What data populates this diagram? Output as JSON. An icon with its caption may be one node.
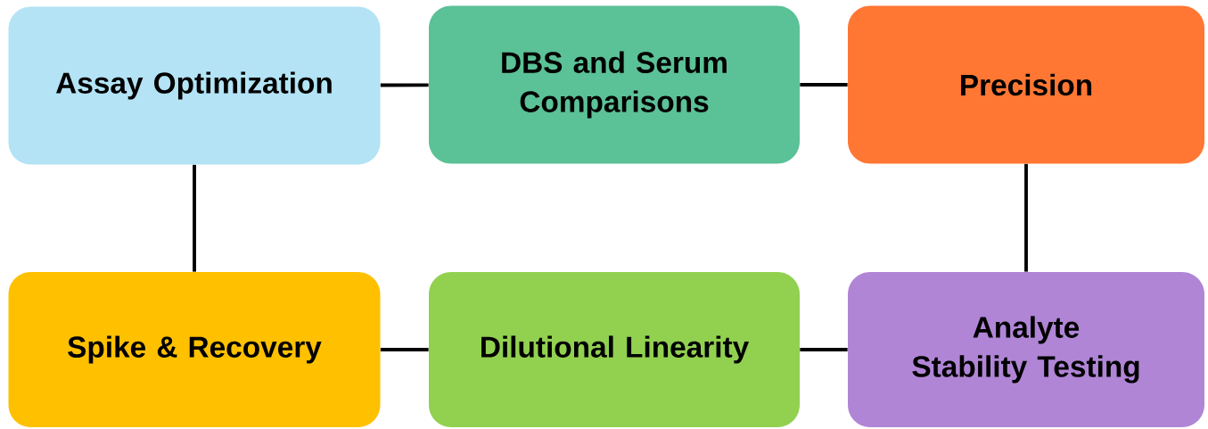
{
  "diagram": {
    "nodes": [
      {
        "text": [
          "Assay Optimization"
        ]
      },
      {
        "text": [
          "DBS and Serum Comparisons"
        ]
      },
      {
        "text": [
          "Precision"
        ]
      },
      {
        "text": [
          "Spike & Recovery"
        ]
      },
      {
        "text": [
          "Dilutional Linearity"
        ]
      },
      {
        "text": [
          "Analyte Stability Testing"
        ]
      }
    ],
    "edges": [
      {
        "from": 0,
        "to": 1,
        "arrow": "none"
      },
      {
        "from": 1,
        "to": 2,
        "arrow": "none"
      },
      {
        "from": 2,
        "to": 5,
        "arrow": "none"
      },
      {
        "from": 5,
        "to": 4,
        "arrow": "none"
      },
      {
        "from": 4,
        "to": 3,
        "arrow": "none"
      },
      {
        "from": 0,
        "to": 3,
        "arrow": "none"
      }
    ]
  }
}
